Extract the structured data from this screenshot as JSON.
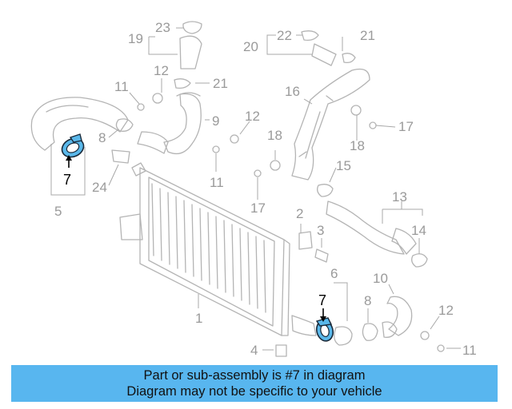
{
  "diagram": {
    "callouts": {
      "n1": "1",
      "n2": "2",
      "n3": "3",
      "n4": "4",
      "n5": "5",
      "n6": "6",
      "n7a": "7",
      "n7b": "7",
      "n8a": "8",
      "n8b": "8",
      "n9": "9",
      "n10": "10",
      "n11a": "11",
      "n11b": "11",
      "n11c": "11",
      "n12a": "12",
      "n12b": "12",
      "n12c": "12",
      "n13": "13",
      "n14": "14",
      "n15": "15",
      "n16": "16",
      "n17a": "17",
      "n17b": "17",
      "n18a": "18",
      "n18b": "18",
      "n19": "19",
      "n20": "20",
      "n21a": "21",
      "n21b": "21",
      "n22": "22",
      "n23": "23",
      "n24": "24"
    },
    "highlight_color": "#5ab8ea"
  },
  "banner": {
    "line1": "Part or sub-assembly is #7 in diagram",
    "line2": "Diagram may not be specific to your vehicle",
    "color": "#58b6ef"
  }
}
